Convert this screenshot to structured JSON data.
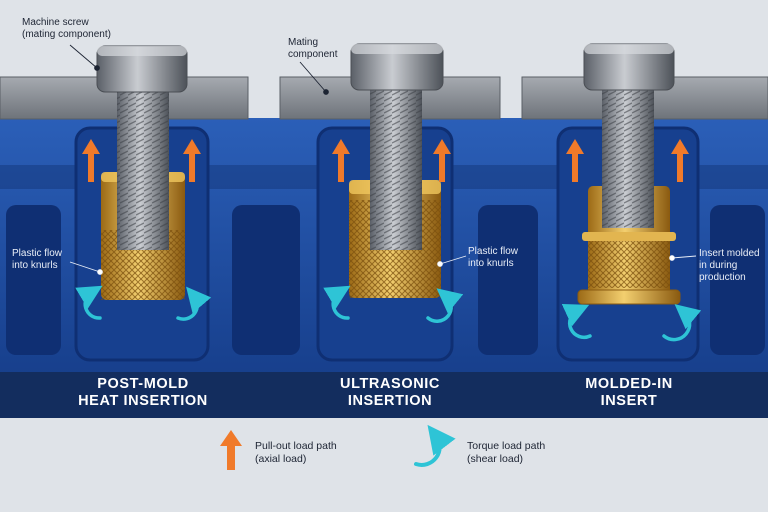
{
  "palette": {
    "background": "#dfe3e8",
    "housing_blue": "#1f4fa3",
    "housing_dark": "#0f2f73",
    "band_navy": "#132d5e",
    "steel": "#8d9299",
    "brass": "#d3a13e",
    "pull_arrow": "#f07a2a",
    "torque_arrow": "#2ec4d6"
  },
  "callouts": {
    "machine_screw": "Machine screw\n(mating component)",
    "mating_component": "Mating\ncomponent",
    "plastic_flow_1": "Plastic flow\ninto knurls",
    "plastic_flow_2": "Plastic flow\ninto knurls",
    "insert_molded": "Insert molded\nin during\nproduction"
  },
  "methods": [
    {
      "label": "POST-MOLD\nHEAT INSERTION"
    },
    {
      "label": "ULTRASONIC\nINSERTION"
    },
    {
      "label": "MOLDED-IN\nINSERT"
    }
  ],
  "legend": {
    "pull_out": "Pull-out load path\n(axial load)",
    "torque": "Torque load path\n(shear load)"
  }
}
